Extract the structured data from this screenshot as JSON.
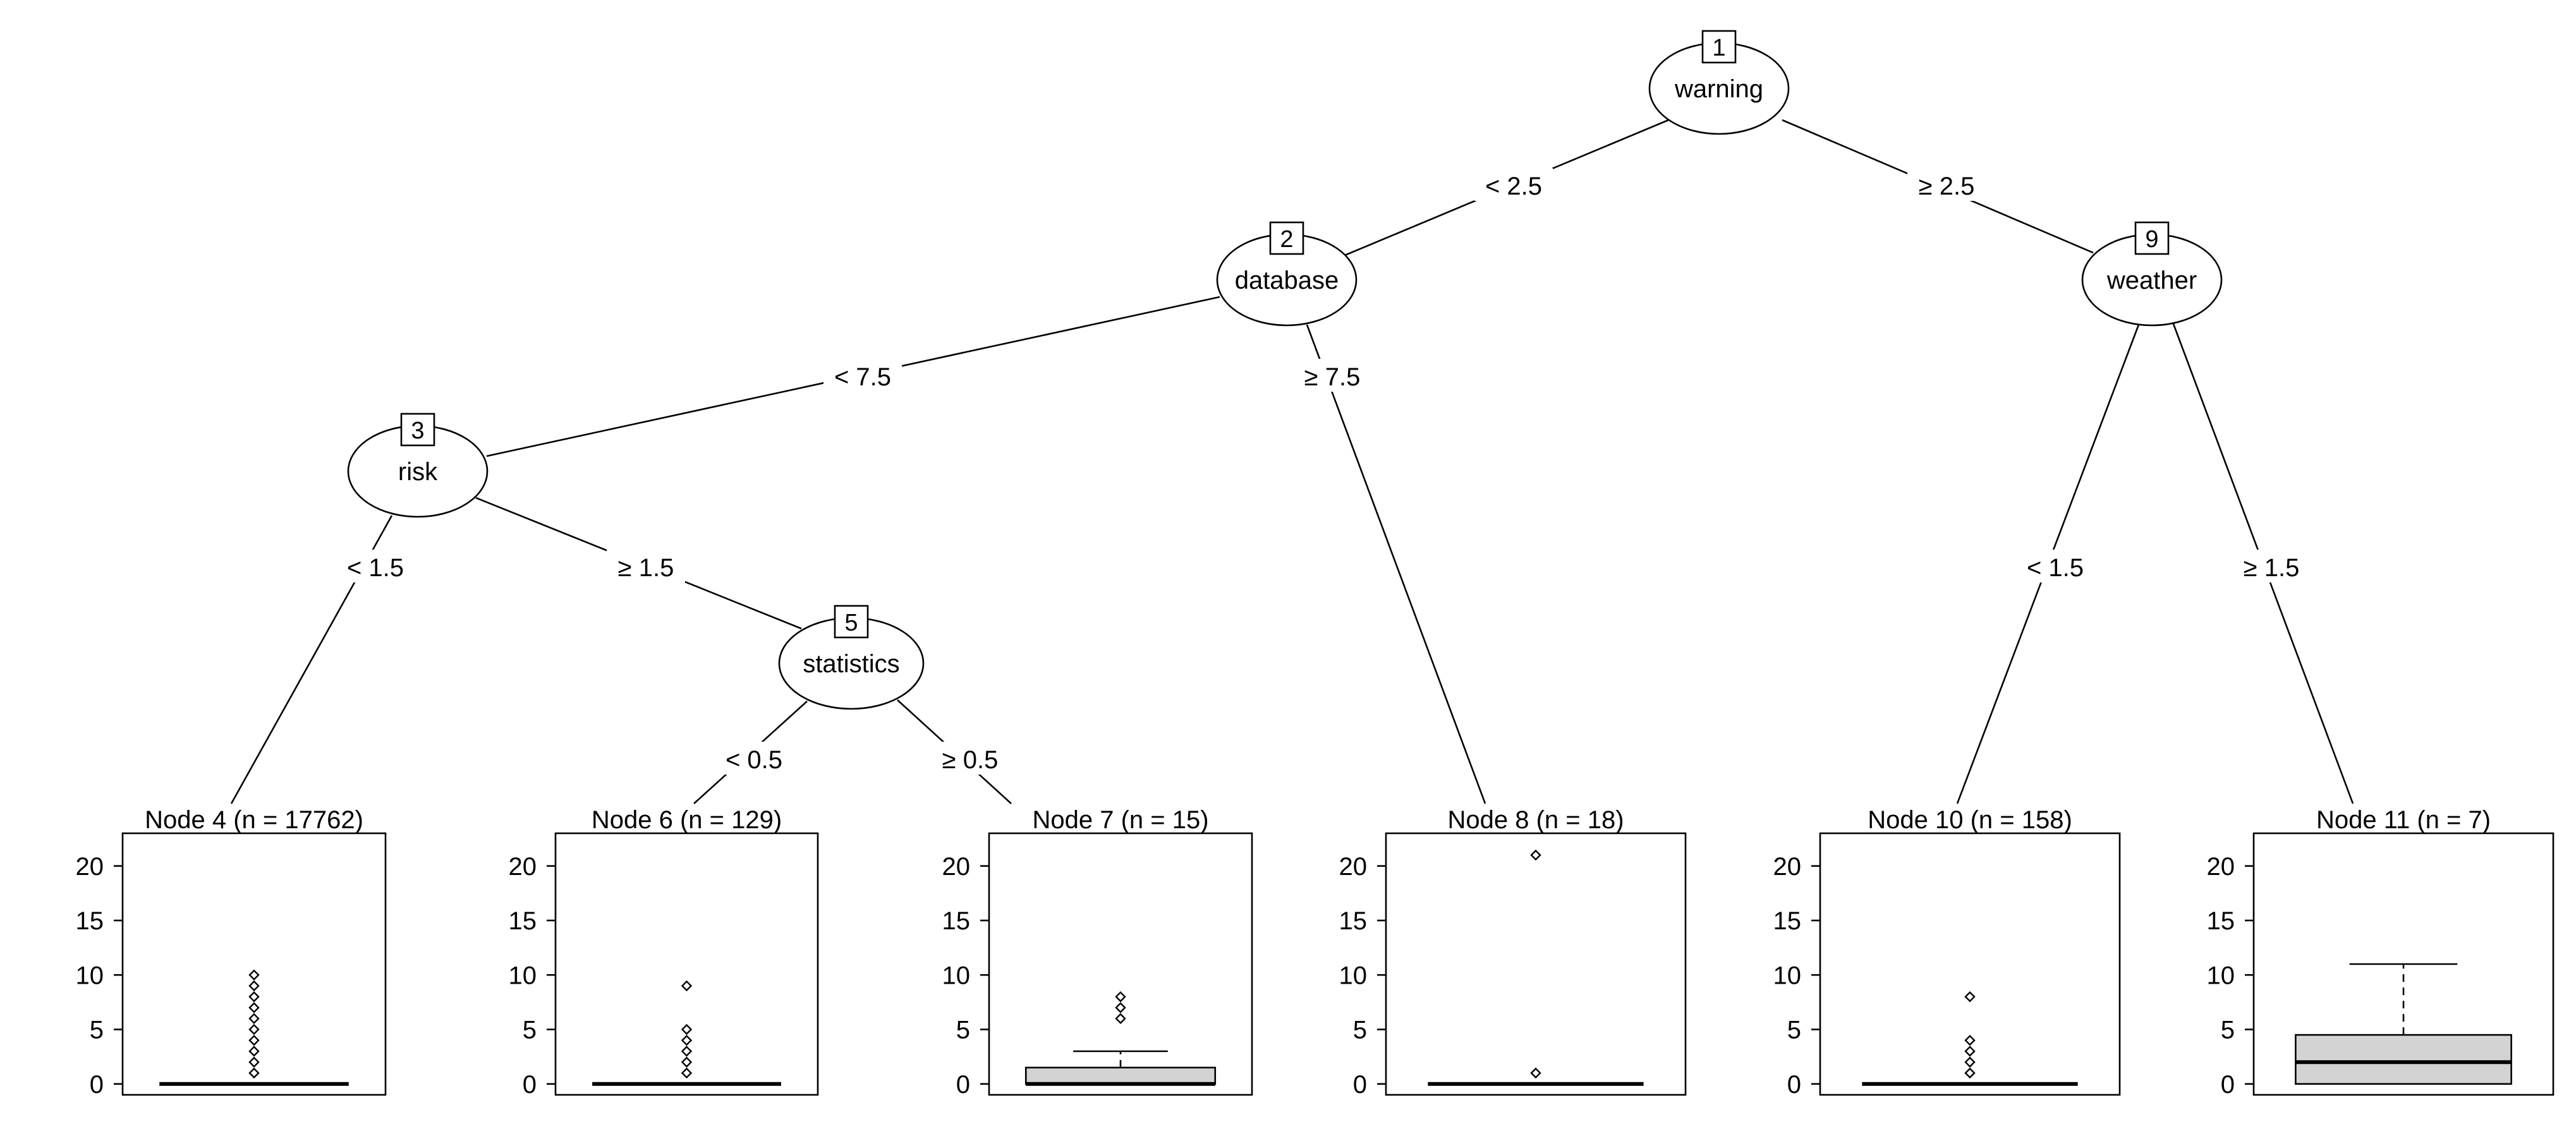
{
  "inner_nodes": [
    {
      "id": "1",
      "variable": "warning"
    },
    {
      "id": "2",
      "variable": "database"
    },
    {
      "id": "9",
      "variable": "weather"
    },
    {
      "id": "3",
      "variable": "risk"
    },
    {
      "id": "5",
      "variable": "statistics"
    }
  ],
  "edges": [
    {
      "from": "1",
      "to": "2",
      "label": "< 2.5"
    },
    {
      "from": "1",
      "to": "9",
      "label": "≥ 2.5"
    },
    {
      "from": "2",
      "to": "3",
      "label": "< 7.5"
    },
    {
      "from": "2",
      "to": "8",
      "label": "≥ 7.5"
    },
    {
      "from": "3",
      "to": "4",
      "label": "< 1.5"
    },
    {
      "from": "3",
      "to": "5",
      "label": "≥ 1.5"
    },
    {
      "from": "5",
      "to": "6",
      "label": "< 0.5"
    },
    {
      "from": "5",
      "to": "7",
      "label": "≥ 0.5"
    },
    {
      "from": "9",
      "to": "10",
      "label": "< 1.5"
    },
    {
      "from": "9",
      "to": "11",
      "label": "≥ 1.5"
    }
  ],
  "terminal_nodes": [
    {
      "id": "4",
      "title": "Node 4 (n = 17762)",
      "box": {
        "q1": 0,
        "median": 0,
        "q3": 0,
        "whisker_low": 0,
        "whisker_high": 0
      },
      "outliers": [
        1,
        2,
        3,
        4,
        5,
        6,
        7,
        8,
        9,
        10
      ]
    },
    {
      "id": "6",
      "title": "Node 6 (n = 129)",
      "box": {
        "q1": 0,
        "median": 0,
        "q3": 0,
        "whisker_low": 0,
        "whisker_high": 0
      },
      "outliers": [
        1,
        2,
        3,
        4,
        5,
        9
      ]
    },
    {
      "id": "7",
      "title": "Node 7 (n = 15)",
      "box": {
        "q1": 0,
        "median": 0,
        "q3": 1.5,
        "whisker_low": 0,
        "whisker_high": 3
      },
      "outliers": [
        6,
        7,
        8
      ]
    },
    {
      "id": "8",
      "title": "Node 8 (n = 18)",
      "box": {
        "q1": 0,
        "median": 0,
        "q3": 0,
        "whisker_low": 0,
        "whisker_high": 0
      },
      "outliers": [
        1,
        21
      ]
    },
    {
      "id": "10",
      "title": "Node 10 (n = 158)",
      "box": {
        "q1": 0,
        "median": 0,
        "q3": 0,
        "whisker_low": 0,
        "whisker_high": 0
      },
      "outliers": [
        1,
        2,
        3,
        4,
        8
      ]
    },
    {
      "id": "11",
      "title": "Node 11 (n = 7)",
      "box": {
        "q1": 0,
        "median": 2,
        "q3": 4.5,
        "whisker_low": 0,
        "whisker_high": 11
      },
      "outliers": []
    }
  ],
  "y_axis": {
    "min": -1,
    "max": 23,
    "ticks": [
      0,
      5,
      10,
      15,
      20
    ]
  },
  "colors": {
    "box_fill": "#d3d3d3",
    "line": "#000000"
  }
}
